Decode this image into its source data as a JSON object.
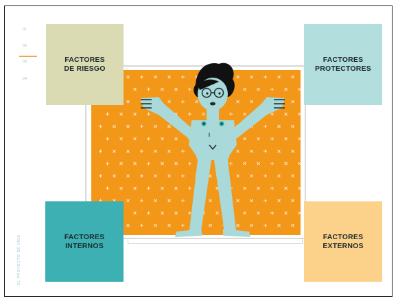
{
  "slide": {
    "side_label": "EL PROYECTO DE VIDA",
    "nav": [
      "01",
      "02",
      "03",
      "04"
    ],
    "active_index": 2
  },
  "cards": {
    "riesgo": "FACTORES\nDE RIESGO",
    "protectores": "FACTORES\nPROTECTORES",
    "internos": "FACTORES\nINTERNOS",
    "externos": "FACTORES\nEXTERNOS"
  },
  "colors": {
    "riesgo": "#dadbb3",
    "protectores": "#b2dede",
    "internos": "#3cb0b2",
    "externos": "#fcd189",
    "board": "#f39719",
    "figure_skin": "#a9d9d8"
  }
}
